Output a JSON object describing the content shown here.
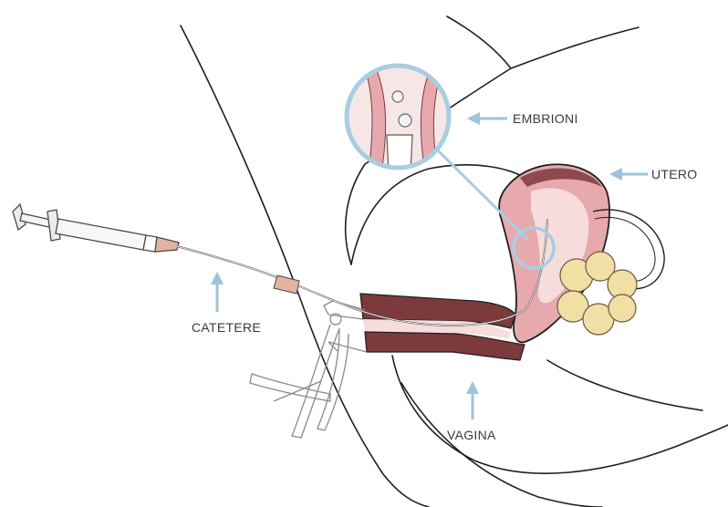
{
  "labels": {
    "embrioni": "EMBRIONI",
    "utero": "UTERO",
    "catetere": "CATETERE",
    "vagina": "VAGINA"
  },
  "colors": {
    "outline": "#1f1f1f",
    "arrow": "#9ec3da",
    "uterus_tissue": "#e7a9ae",
    "uterus_light": "#f6dcdc",
    "vaginal_dark": "#7b3a3c",
    "ovary": "#f1dfa6",
    "catheter_tip": "#e2b3a3",
    "magnifier": "#a9cde2"
  }
}
